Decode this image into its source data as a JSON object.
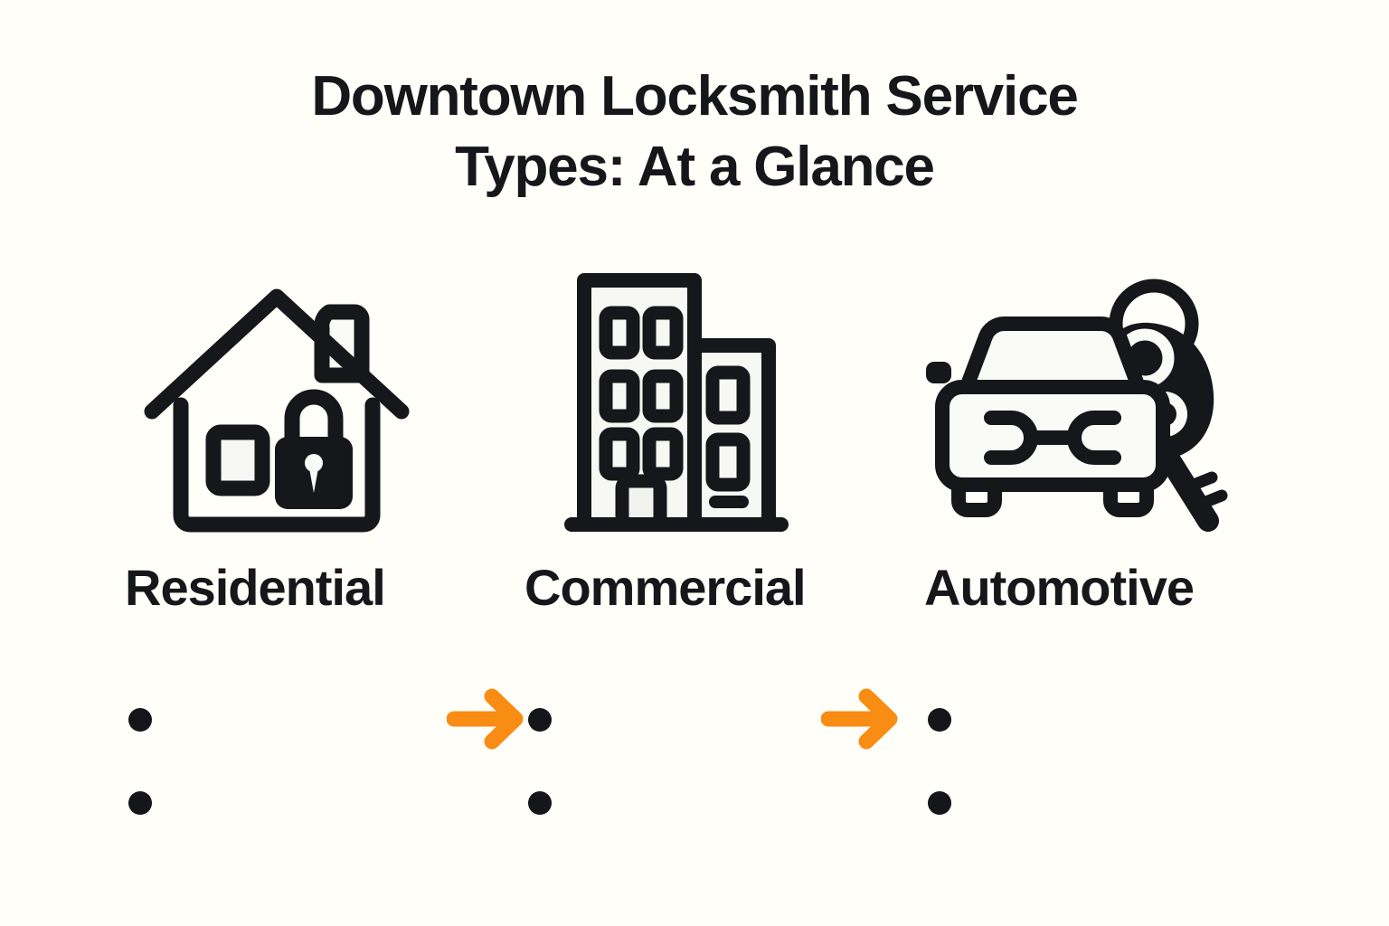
{
  "background_color": "#FFFEF8",
  "text_color": "#15171A",
  "accent_color": "#F98C12",
  "title": {
    "line1": "Downtown Locksmith Service",
    "line2": "Types: At a Glance"
  },
  "flow": {
    "arrow_1_name": "arrow-right-icon",
    "arrow_2_name": "arrow-right-icon",
    "arrow_color": "#F98C12"
  },
  "columns": [
    {
      "label": "Residential",
      "icon": "house-with-padlock-icon",
      "bullets": [
        "",
        ""
      ]
    },
    {
      "label": "Commercial",
      "icon": "office-buildings-icon",
      "bullets": [
        "",
        ""
      ]
    },
    {
      "label": "Automotive",
      "icon": "car-with-key-fob-icon",
      "bullets": [
        "",
        ""
      ]
    }
  ]
}
